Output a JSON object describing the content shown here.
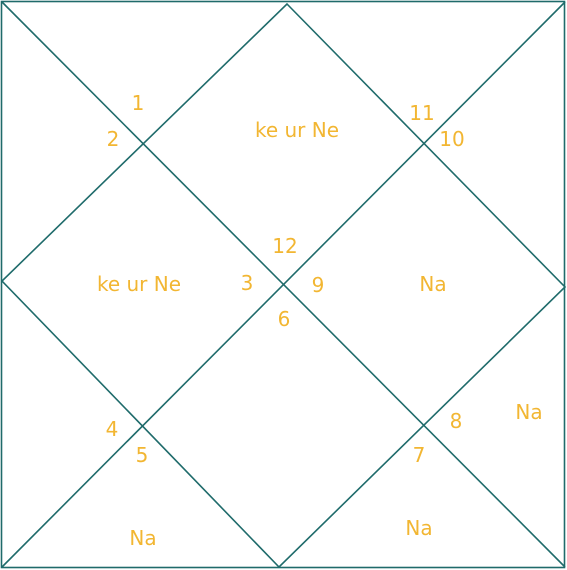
{
  "house_numbers": {
    "h1": "1",
    "h2": "2",
    "h3": "3",
    "h4": "4",
    "h5": "5",
    "h6": "6",
    "h7": "7",
    "h8": "8",
    "h9": "9",
    "h10": "10",
    "h11": "11",
    "h12": "12"
  },
  "planets": {
    "top_center": "ke ur Ne",
    "left_center": "ke ur Ne",
    "right_center": "Na",
    "right_edge": "Na",
    "bottom_left": "Na",
    "bottom_right": "Na"
  },
  "colors": {
    "lines": "#1f6b6b",
    "labels": "#f2b632",
    "background": "#ffffff"
  }
}
